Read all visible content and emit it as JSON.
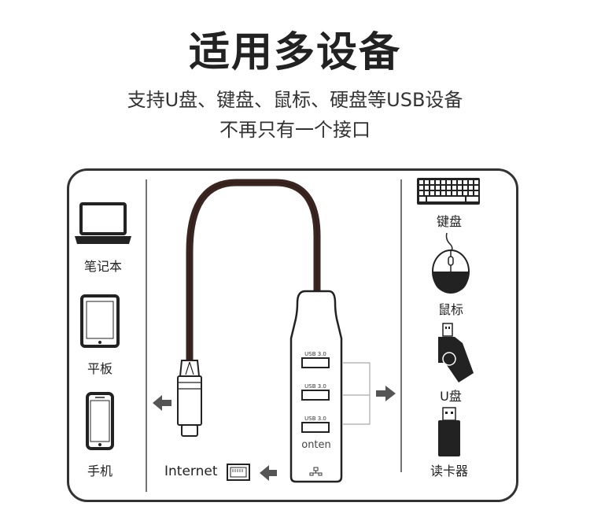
{
  "title": "适用多设备",
  "subtitle": {
    "line1": "支持U盘、键盘、鼠标、硬盘等USB设备",
    "line2": "不再只有一个接口"
  },
  "left_devices": [
    {
      "label": "笔记本",
      "icon": "laptop-icon"
    },
    {
      "label": "平板",
      "icon": "tablet-icon"
    },
    {
      "label": "手机",
      "icon": "phone-icon"
    }
  ],
  "right_devices": [
    {
      "label": "键盘",
      "icon": "keyboard-icon"
    },
    {
      "label": "鼠标",
      "icon": "mouse-icon"
    },
    {
      "label": "U盘",
      "icon": "usb-drive-icon"
    },
    {
      "label": "读卡器",
      "icon": "card-reader-icon"
    }
  ],
  "hub": {
    "port_labels": [
      "USB 3.0",
      "USB 3.0",
      "USB 3.0"
    ],
    "brand": "onten"
  },
  "internet": {
    "label": "Internet",
    "icon": "ethernet-port-icon"
  },
  "colors": {
    "text": "#222222",
    "border": "#333333",
    "cable": "#3a2520",
    "arrow": "#555555"
  }
}
